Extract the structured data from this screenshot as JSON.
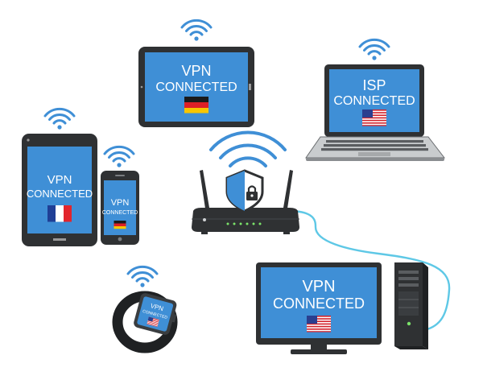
{
  "colors": {
    "screen": "#3f8fd6",
    "device_dark": "#2f3133",
    "device_mid": "#3a3d40",
    "text": "#ffffff",
    "wifi": "#3f8fd6",
    "cable": "#5ec8e6",
    "shield": "#3f8fd6",
    "router_led": "#7be36a"
  },
  "devices": {
    "tablet_top": {
      "line1": "VPN",
      "line2": "CONNECTED",
      "flag": "germany"
    },
    "laptop": {
      "line1": "ISP",
      "line2": "CONNECTED",
      "flag": "usa"
    },
    "tablet_left": {
      "line1": "VPN",
      "line2": "CONNECTED",
      "flag": "france"
    },
    "phone": {
      "line1": "VPN",
      "line2": "CONNECTED",
      "flag": "germany"
    },
    "watch": {
      "line1": "VPN",
      "line2": "CONNECTED",
      "flag": "usa"
    },
    "monitor": {
      "line1": "VPN",
      "line2": "CONNECTED",
      "flag": "usa"
    }
  },
  "icons": {
    "wifi": "wifi-icon",
    "shield": "shield-lock-icon",
    "router": "router-icon",
    "cable": "network-cable"
  }
}
